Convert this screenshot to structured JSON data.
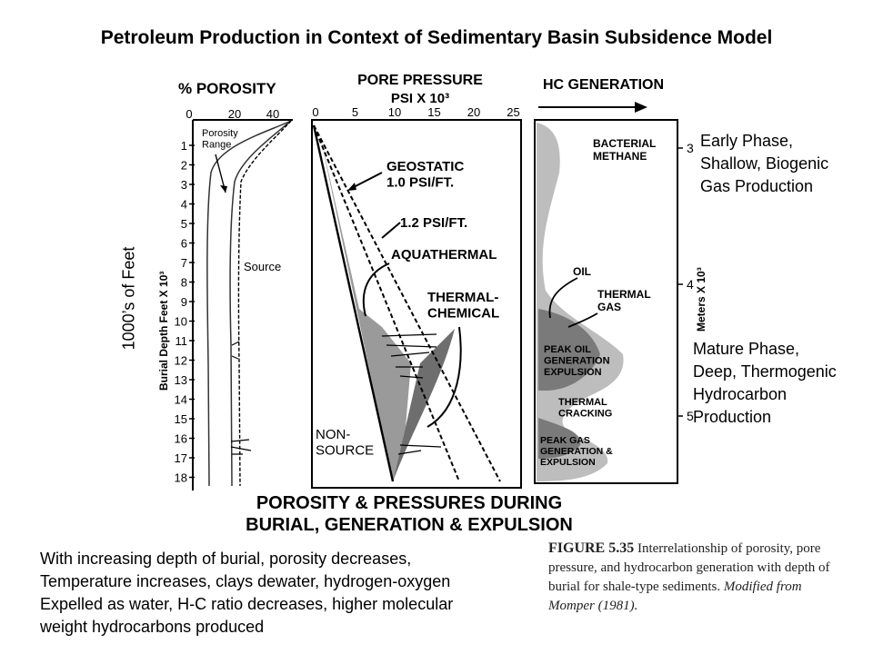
{
  "title": "Petroleum Production in Context of Sedimentary Basin Subsidence Model",
  "annotations": {
    "early_phase": "Early Phase,\nShallow, Biogenic\nGas Production",
    "mature_phase": "Mature Phase,\nDeep, Thermogenic\nHydrocarbon\nProduction",
    "y_axis_note": "1000’s of Feet",
    "description": "With increasing depth of burial, porosity decreases,\nTemperature increases, clays dewater, hydrogen-oxygen\nExpelled as water, H-C ratio decreases, higher molecular\nweight hydrocarbons produced"
  },
  "figure": {
    "porosity_header": "% POROSITY",
    "porosity_ticks": [
      "0",
      "20",
      "40"
    ],
    "porosity_range_label": "Porosity\nRange",
    "source_label": "Source",
    "depth_axis_label": "Burial Depth Feet X 10³",
    "depth_ticks": [
      "1",
      "2",
      "3",
      "4",
      "5",
      "6",
      "7",
      "8",
      "9",
      "10",
      "11",
      "12",
      "13",
      "14",
      "15",
      "16",
      "17",
      "18"
    ],
    "pressure_header": "PORE PRESSURE",
    "pressure_subheader": "PSI X 10³",
    "pressure_ticks": [
      "0",
      "5",
      "10",
      "15",
      "20",
      "25"
    ],
    "geostatic_label": "GEOSTATIC\n1.0 PSI/FT.",
    "gradient_label": "1.2 PSI/FT.",
    "aquathermal_label": "AQUATHERMAL",
    "thermal_chemical_label": "THERMAL-\nCHEMICAL",
    "non_source_label": "NON-\nSOURCE",
    "hc_header": "HC GENERATION",
    "bacterial_label": "BACTERIAL\nMETHANE",
    "oil_label": "OIL",
    "thermal_gas_label": "THERMAL\nGAS",
    "peak_oil_label": "PEAK OIL\nGENERATION\nEXPULSION",
    "thermal_cracking_label": "THERMAL\nCRACKING",
    "peak_gas_label": "PEAK GAS\nGENERATION &\nEXPULSION",
    "meters_axis_label": "Meters X 10³",
    "meters_ticks": [
      "3",
      "4",
      "5"
    ],
    "bottom_caption_line1": "POROSITY & PRESSURES DURING",
    "bottom_caption_line2": "BURIAL, GENERATION & EXPULSION"
  },
  "caption": {
    "figure_number": "FIGURE 5.35",
    "text": "Interrelationship of porosity, pore pressure, and hydrocarbon generation with depth of burial for shale-type sediments.",
    "source": "Modified from Momper (1981)."
  },
  "colors": {
    "shade_dark": "#7a7a7a",
    "shade_light": "#bdbdbd"
  }
}
